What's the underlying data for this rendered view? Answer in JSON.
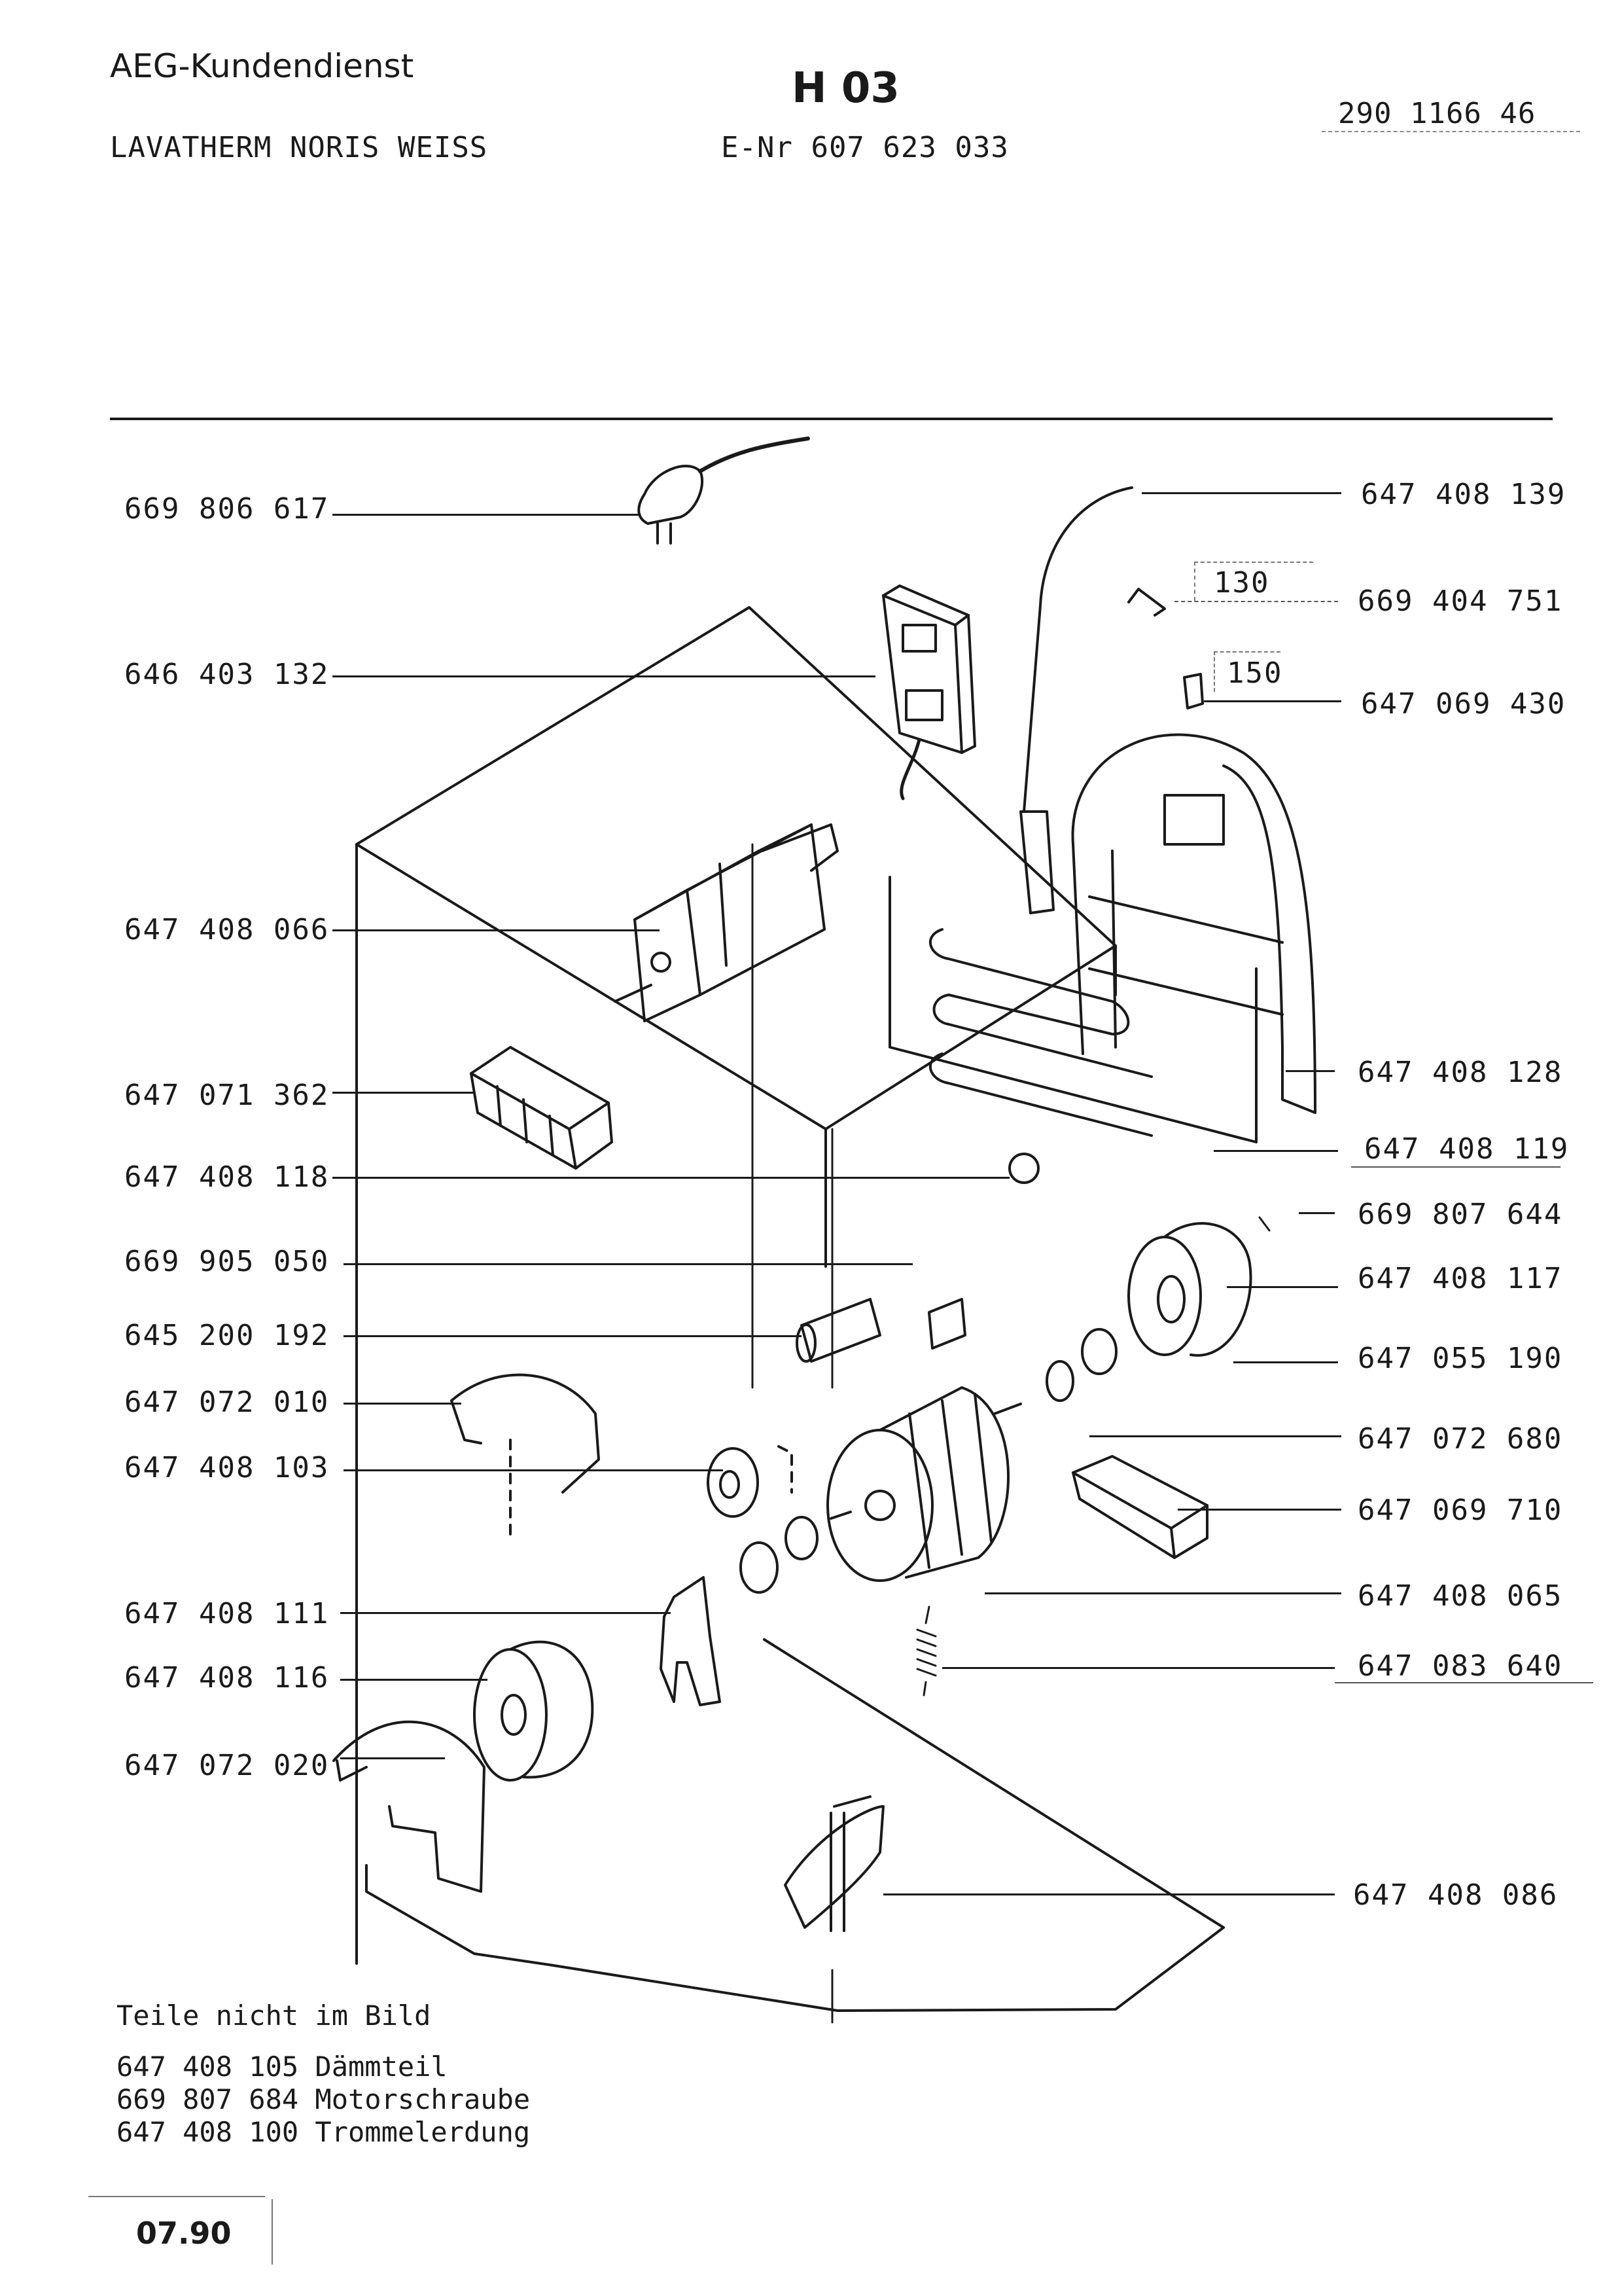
{
  "header": {
    "brand": "AEG-Kundendienst",
    "model": "LAVATHERM NORIS WEISS",
    "sheet_code": "H 03",
    "e_nr": "E-Nr 607 623 033",
    "doc_number": "290 1166 46"
  },
  "left_labels": [
    "669 806 617",
    "646 403 132",
    "647 408 066",
    "647 071 362",
    "647 408 118",
    "669 905 050",
    "645 200 192",
    "647 072 010",
    "647 408 103",
    "647 408 111",
    "647 408 116",
    "647 072 020"
  ],
  "right_labels": [
    "647 408 139",
    "669 404 751",
    "647 069 430",
    "647 408 128",
    "647 408 119",
    "669 807 644",
    "647 408 117",
    "647 055 190",
    "647 072 680",
    "647 069 710",
    "647 408 065",
    "647 083 640",
    "647 408 086"
  ],
  "callouts": [
    "130",
    "150"
  ],
  "notes": {
    "heading": "Teile nicht im Bild",
    "items": [
      "647 408 105 Dämmteil",
      "669 807 684 Motorschraube",
      "647 408 100 Trommelerdung"
    ]
  },
  "footer": {
    "date": "07.90"
  }
}
